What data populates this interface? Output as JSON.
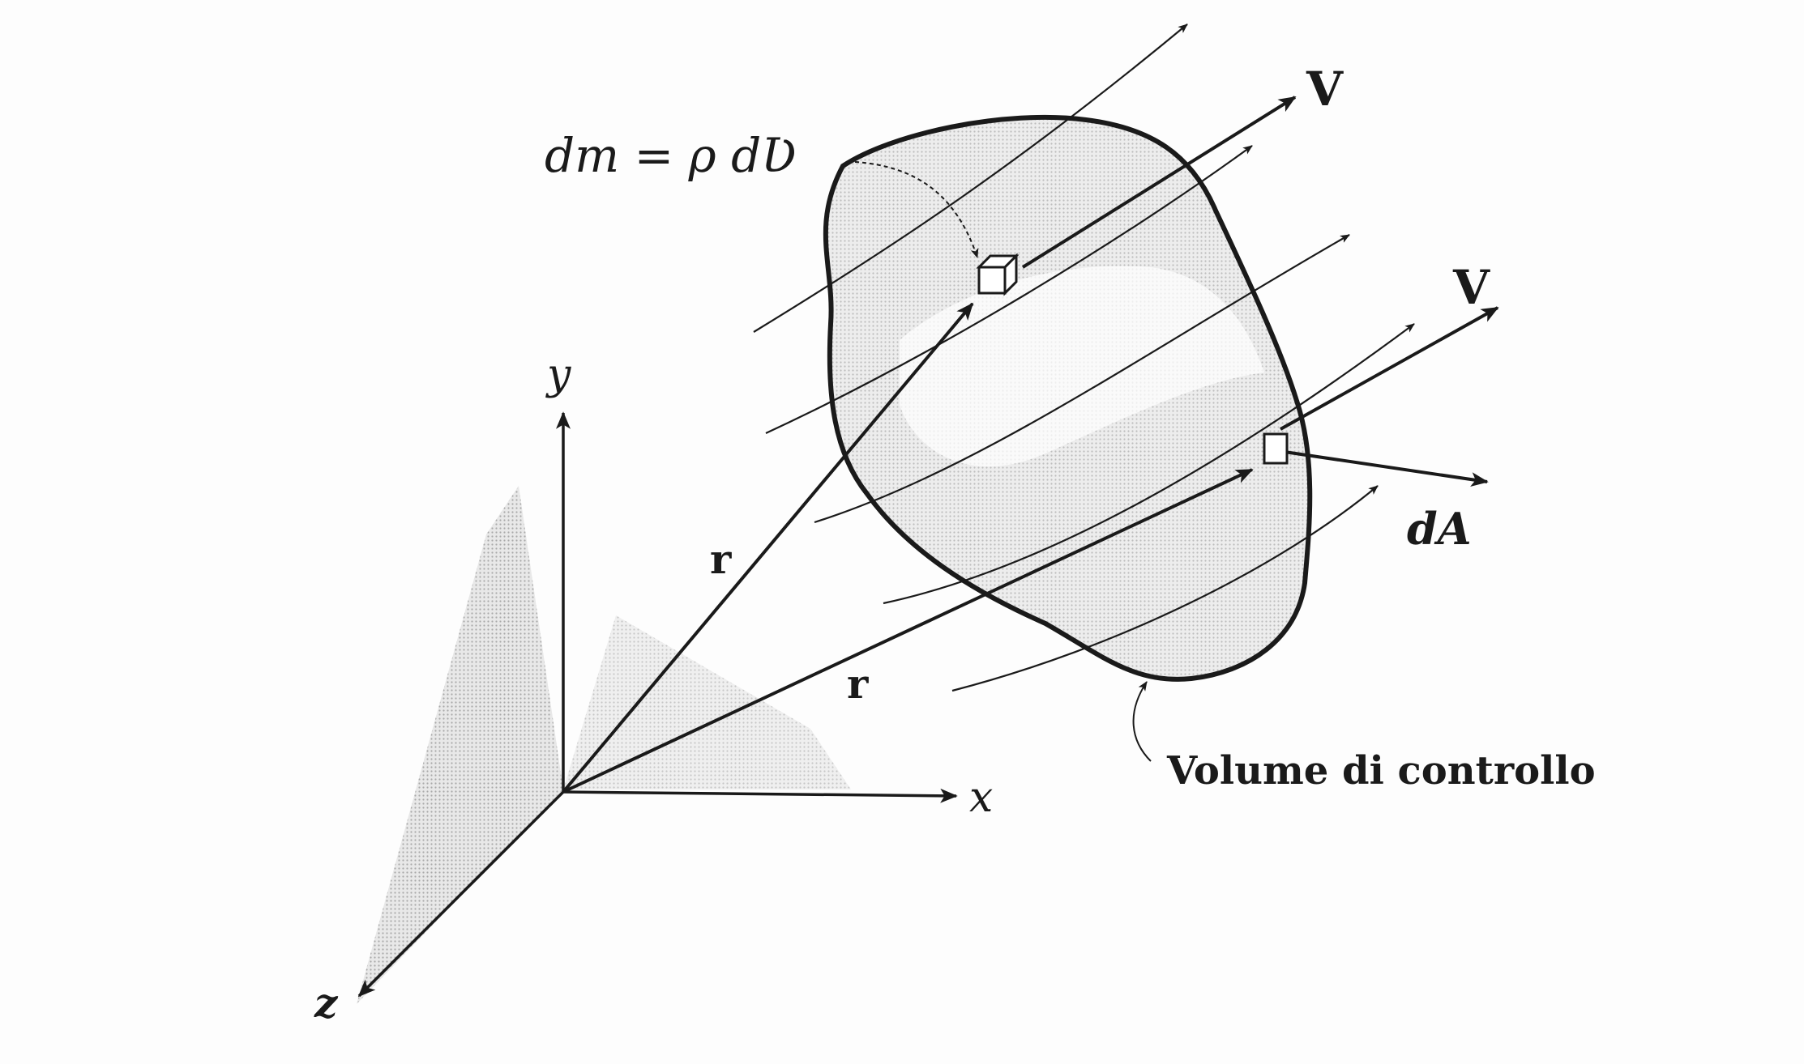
{
  "labels": {
    "mass_element": "dm = ρ dƲ",
    "velocity_top": "V",
    "velocity_right": "V",
    "area_element": "dA",
    "position_upper": "r",
    "position_lower": "r",
    "axis_x": "x",
    "axis_y": "y",
    "axis_z": "z",
    "control_volume": "Volume di controllo"
  },
  "colors": {
    "ink": "#1a1a1a",
    "shading": "#c8c8c8",
    "background": "#fdfdfd"
  }
}
